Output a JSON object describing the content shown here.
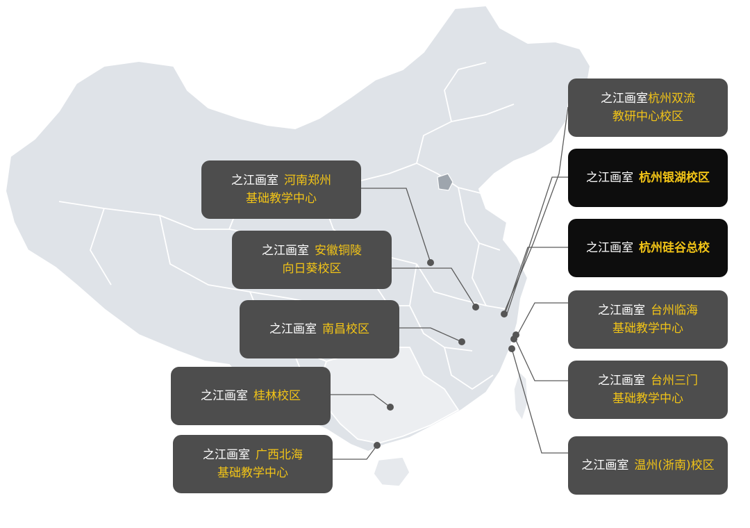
{
  "map": {
    "land_color": "#dfe3e8",
    "land_light_color": "#eceef1",
    "border_color": "#ffffff",
    "connector_color": "#5a5a5a",
    "dot_color": "#555555"
  },
  "label_style": {
    "box_color": "#4d4d4d",
    "featured_box_color": "#0d0d0d",
    "brand_text_color": "#ffffff",
    "campus_text_color": "#f2c417"
  },
  "campuses": [
    {
      "id": "henan-zhengzhou",
      "brand": "之江画室",
      "line1": "河南郑州",
      "line2": "基础教学中心",
      "featured": false
    },
    {
      "id": "anhui-tongling",
      "brand": "之江画室",
      "line1": "安徽铜陵",
      "line2": "向日葵校区",
      "featured": false
    },
    {
      "id": "nanchang",
      "brand": "之江画室",
      "line1": "南昌校区",
      "line2": "",
      "featured": false
    },
    {
      "id": "guilin",
      "brand": "之江画室",
      "line1": "桂林校区",
      "line2": "",
      "featured": false
    },
    {
      "id": "guangxi-beihai",
      "brand": "之江画室",
      "line1": "广西北海",
      "line2": "基础教学中心",
      "featured": false
    },
    {
      "id": "hangzhou-shuangliu",
      "brand": "之江画室",
      "line1": "杭州双流",
      "line2": "教研中心校区",
      "featured": false
    },
    {
      "id": "hangzhou-yinhu",
      "brand": "之江画室",
      "line1": "杭州银湖校区",
      "line2": "",
      "featured": true
    },
    {
      "id": "hangzhou-guigu",
      "brand": "之江画室",
      "line1": "杭州硅谷总校",
      "line2": "",
      "featured": true
    },
    {
      "id": "taizhou-linhai",
      "brand": "之江画室",
      "line1": "台州临海",
      "line2": "基础教学中心",
      "featured": false
    },
    {
      "id": "taizhou-sanmen",
      "brand": "之江画室",
      "line1": "台州三门",
      "line2": "基础教学中心",
      "featured": false
    },
    {
      "id": "wenzhou-zhenan",
      "brand": "之江画室",
      "line1": "温州(浙南)校区",
      "line2": "",
      "featured": false
    }
  ]
}
